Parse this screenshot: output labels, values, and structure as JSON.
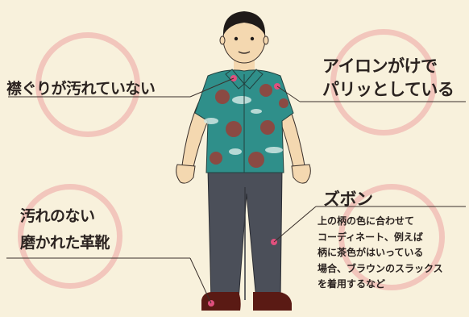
{
  "labels": {
    "collar": "襟ぐりが汚れていない",
    "iron_lines": [
      "アイロンがけで",
      "パリッとしている"
    ],
    "shoes_lines": [
      "汚れのない",
      "磨かれた革靴"
    ],
    "pants_title": "ズボン",
    "pants_desc_lines": [
      "上の柄の色に合わせて",
      "コーディネート、例えば",
      "柄に茶色がはいっている",
      "場合、ブラウンのスラックス",
      "を着用するなど"
    ]
  },
  "colors": {
    "background": "#f8f1dc",
    "ring": "#f2c6bc",
    "shirt": "#2f8f8a",
    "shirt_pattern_brown": "#8a4a43",
    "pants": "#4b4f59",
    "shoes": "#5a1a14",
    "marker": "#e0507e"
  },
  "icons": {
    "figure": "man-in-aloha-shirt-illustration"
  }
}
